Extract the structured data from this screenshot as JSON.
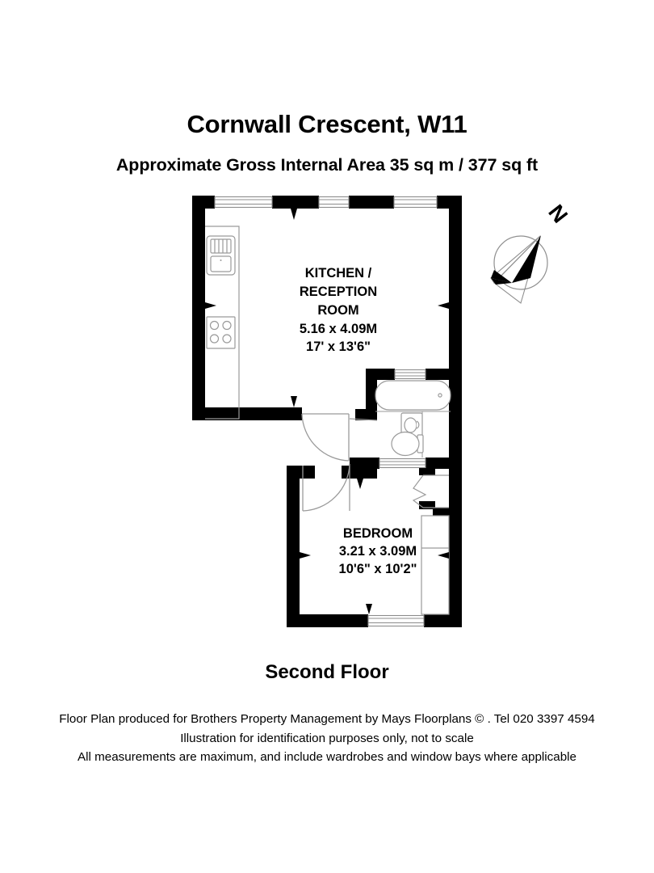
{
  "header": {
    "title": "Cornwall Crescent, W11",
    "subtitle": "Approximate Gross Internal Area 35 sq m  /  377 sq ft"
  },
  "floor_label": "Second Floor",
  "footer": {
    "line1": "Floor Plan produced for Brothers Property Management by Mays Floorplans  © . Tel 020 3397 4594",
    "line2": "Illustration for identification purposes only, not to scale",
    "line3": "All measurements are maximum, and include wardrobes and window bays where applicable"
  },
  "compass": {
    "label": "N"
  },
  "rooms": [
    {
      "id": "kitchen-reception",
      "name_line1": "KITCHEN /",
      "name_line2": "RECEPTION",
      "name_line3": "ROOM",
      "metric": "5.16 x 4.09M",
      "imperial": "17' x 13'6\""
    },
    {
      "id": "bedroom",
      "name_line1": "BEDROOM",
      "metric": "3.21 x 3.09M",
      "imperial": "10'6\" x 10'2\""
    }
  ],
  "fixtures": [
    "kitchen-sink",
    "kitchen-hob",
    "kitchen-counter",
    "bathtub",
    "washbasin",
    "toilet",
    "wardrobe"
  ],
  "colors": {
    "wall": "#000000",
    "background": "#ffffff",
    "fixture_stroke": "#9a9a9a",
    "text": "#000000"
  }
}
